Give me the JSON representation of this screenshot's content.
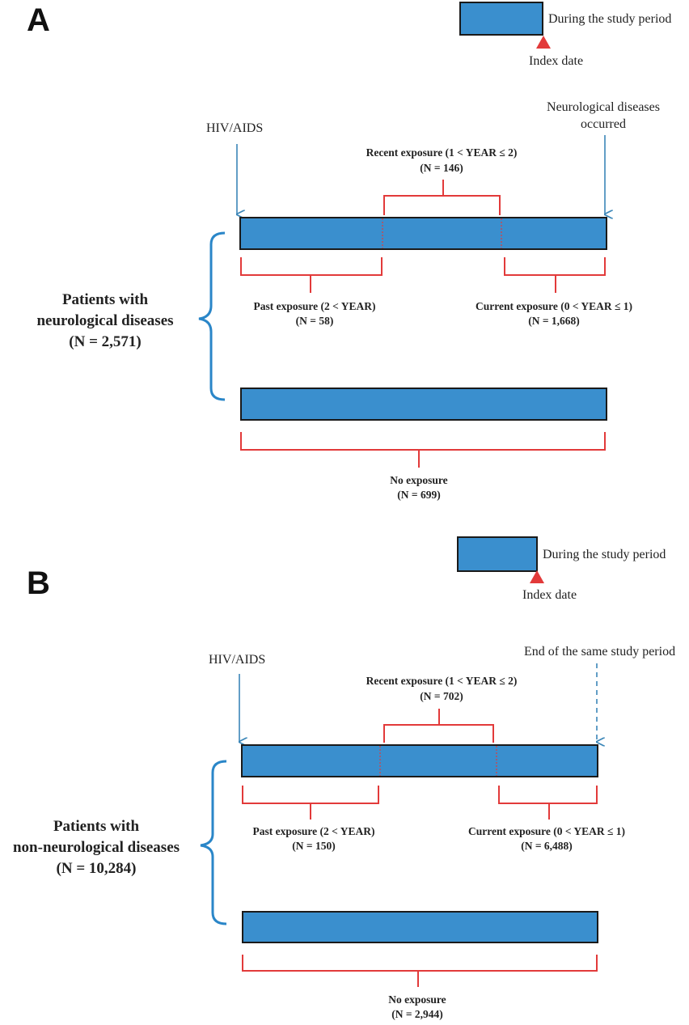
{
  "colors": {
    "bar_fill": "#3a8fce",
    "bar_stroke": "#1a1a1a",
    "brace_red": "#e23a3a",
    "brace_blue": "#2a86c8",
    "arrow_blue": "#3b86b8",
    "index_marker": "#e23a3a"
  },
  "panels": [
    {
      "letter": "A",
      "legend": {
        "period_label": "During the study period",
        "index_label": "Index date"
      },
      "start_label": "HIV/AIDS",
      "end_label_1": "Neurological diseases",
      "end_label_2": "occurred",
      "recent": {
        "label": "Recent exposure  (1 < YEAR ≤ 2)",
        "n": "(N = 146)"
      },
      "past": {
        "label": "Past exposure  (2 < YEAR)",
        "n": "(N = 58)"
      },
      "current": {
        "label": "Current exposure (0 < YEAR ≤ 1)",
        "n": "(N = 1,668)"
      },
      "group": {
        "line1": "Patients with",
        "line2": "neurological diseases",
        "n": "(N = 2,571)"
      },
      "none": {
        "label": "No exposure",
        "n": "(N = 699)"
      }
    },
    {
      "letter": "B",
      "legend": {
        "period_label": "During the study period",
        "index_label": "Index date"
      },
      "start_label": "HIV/AIDS",
      "end_label_1": "End of the same study period",
      "recent": {
        "label": "Recent exposure  (1 < YEAR ≤ 2)",
        "n": "(N = 702)"
      },
      "past": {
        "label": "Past exposure  (2 < YEAR)",
        "n": "(N = 150)"
      },
      "current": {
        "label": "Current exposure (0 < YEAR ≤ 1)",
        "n": "(N = 6,488)"
      },
      "group": {
        "line1": "Patients with",
        "line2": "non-neurological diseases",
        "n": "(N = 10,284)"
      },
      "none": {
        "label": "No exposure",
        "n": "(N = 2,944)"
      }
    }
  ]
}
